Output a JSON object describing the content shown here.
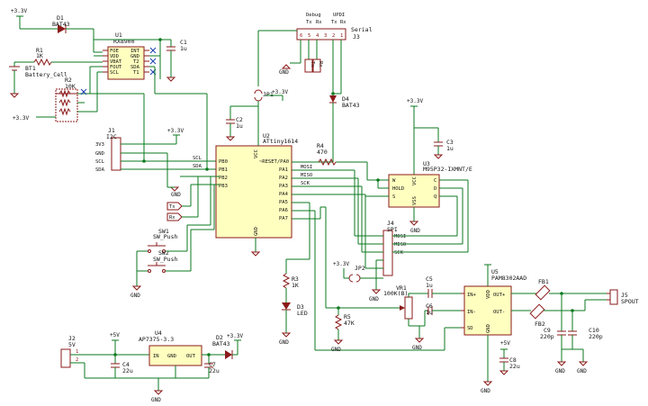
{
  "power": {
    "vcc": "+3.3V",
    "v5": "+5V",
    "gnd": "GND"
  },
  "d1": {
    "ref": "D1",
    "value": "BAT43"
  },
  "r1": {
    "ref": "R1",
    "value": "1K"
  },
  "bt1": {
    "ref": "BT1",
    "value": "Battery_Cell"
  },
  "r2": {
    "ref": "R2",
    "value": "10K"
  },
  "u1": {
    "ref": "U1",
    "value": "RX8900",
    "pins_left": [
      "FOE",
      "VDD",
      "VBAT",
      "FOUT",
      "SCL"
    ],
    "pins_right": [
      "INT",
      "GND",
      "T2",
      "SDA",
      "T1"
    ]
  },
  "c1": {
    "ref": "C1",
    "value": "1u"
  },
  "j3": {
    "ref": "J3",
    "value": "Serial",
    "header": [
      "Debug",
      "UPDI"
    ],
    "sub": [
      "Tx",
      "Rx",
      "Tx",
      "Rx"
    ]
  },
  "jp1": {
    "ref": "JP1"
  },
  "d4": {
    "ref": "D4",
    "value": "BAT43"
  },
  "c2": {
    "ref": "C2",
    "value": "1u"
  },
  "j1": {
    "ref": "J1",
    "value": "I2C",
    "pins": [
      "3V3",
      "GND",
      "SCL",
      "SDA"
    ]
  },
  "u2": {
    "ref": "U2",
    "value": "ATtiny1614",
    "pins_left": [
      "PB0",
      "PB1",
      "PB2",
      "PB3"
    ],
    "pins_right": [
      "~RESET/PA0",
      "PA1",
      "PA2",
      "PA3",
      "PA4",
      "PA5",
      "PA6",
      "PA7"
    ],
    "pin_vcc": "VCC",
    "pin_gnd": "GND"
  },
  "r4": {
    "ref": "R4",
    "value": "470"
  },
  "u3": {
    "ref": "U3",
    "value": "M95P32-IXMNT/E",
    "pins_left": [
      "W",
      "HOLD",
      "S"
    ],
    "pins_right": [
      "C",
      "D",
      "Q"
    ],
    "pin_vcc": "VCC",
    "pin_gnd": "VSS"
  },
  "c3": {
    "ref": "C3",
    "value": "1u"
  },
  "nets": {
    "scl": "SCL",
    "sda": "SDA",
    "mosi": "MOSI",
    "miso": "MISO",
    "sck": "SCK",
    "tx": "Tx",
    "rx": "Rx"
  },
  "sw1": {
    "ref": "SW1",
    "value": "SW_Push"
  },
  "sw2": {
    "ref": "SW2",
    "value": "SW_Push"
  },
  "j4": {
    "ref": "J4",
    "value": "SPI",
    "pins": [
      "MOSI",
      "MISO",
      "SCK"
    ]
  },
  "jp2": {
    "ref": "JP2"
  },
  "r3": {
    "ref": "R3",
    "value": "1K"
  },
  "d3": {
    "ref": "D3",
    "value": "LED"
  },
  "r5": {
    "ref": "R5",
    "value": "47K"
  },
  "vr1": {
    "ref": "VR1",
    "value": "100K(B)"
  },
  "c5": {
    "ref": "C5",
    "value": "1u"
  },
  "c6": {
    "ref": "C6",
    "value": "1u"
  },
  "u5": {
    "ref": "U5",
    "value": "PAM8302AAD",
    "pins_left": [
      "IN+",
      "IN-",
      "SD"
    ],
    "pins_right": [
      "OUT+",
      "OUT-"
    ],
    "pin_vdd": "VDD",
    "pin_gnd": "GND"
  },
  "fb1": {
    "ref": "FB1"
  },
  "fb2": {
    "ref": "FB2"
  },
  "c9": {
    "ref": "C9",
    "value": "220p"
  },
  "c10": {
    "ref": "C10",
    "value": "220p"
  },
  "j5": {
    "ref": "J5",
    "value": "SPOUT"
  },
  "c8": {
    "ref": "C8",
    "value": "22u"
  },
  "j2": {
    "ref": "J2",
    "value": "5V"
  },
  "u4": {
    "ref": "U4",
    "value": "AP7375-3.3",
    "pins": [
      "IN",
      "GND",
      "OUT"
    ]
  },
  "c4": {
    "ref": "C4",
    "value": "22u"
  },
  "c7": {
    "ref": "C7",
    "value": "22u"
  },
  "d2": {
    "ref": "D2",
    "value": "BAT43"
  }
}
